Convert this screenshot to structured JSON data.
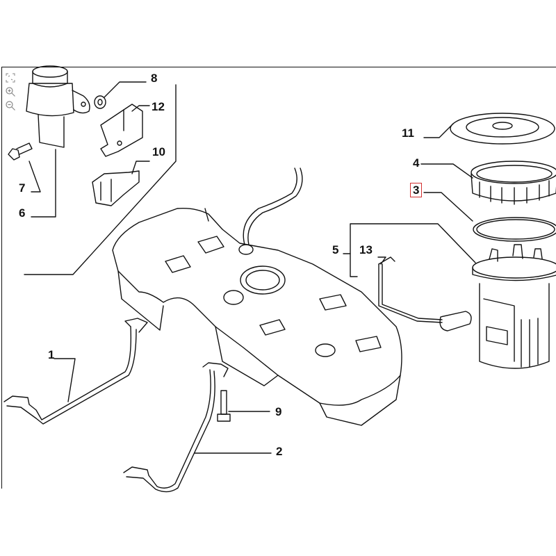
{
  "diagram": {
    "title": "Fuel tank assembly exploded view",
    "highlight_color": "#d32f2f",
    "line_color": "#111111",
    "callouts": [
      {
        "id": "1",
        "label": "1",
        "part": "front tank strap"
      },
      {
        "id": "2",
        "label": "2",
        "part": "rear tank strap"
      },
      {
        "id": "3",
        "label": "3",
        "part": "sealing gasket",
        "highlighted": true
      },
      {
        "id": "4",
        "label": "4",
        "part": "ring nut"
      },
      {
        "id": "5",
        "label": "5",
        "part": "fuel pump / sender assembly"
      },
      {
        "id": "6",
        "label": "6",
        "part": "canister / filter"
      },
      {
        "id": "7",
        "label": "7",
        "part": "bolt"
      },
      {
        "id": "8",
        "label": "8",
        "part": "nut"
      },
      {
        "id": "9",
        "label": "9",
        "part": "strap bolt"
      },
      {
        "id": "10",
        "label": "10",
        "part": "clip"
      },
      {
        "id": "11",
        "label": "11",
        "part": "cover plate"
      },
      {
        "id": "12",
        "label": "12",
        "part": "bracket"
      },
      {
        "id": "13",
        "label": "13",
        "part": "float arm"
      }
    ]
  },
  "viewer_tools": [
    {
      "name": "fit-to-screen-icon"
    },
    {
      "name": "zoom-in-icon"
    },
    {
      "name": "zoom-out-icon"
    }
  ]
}
